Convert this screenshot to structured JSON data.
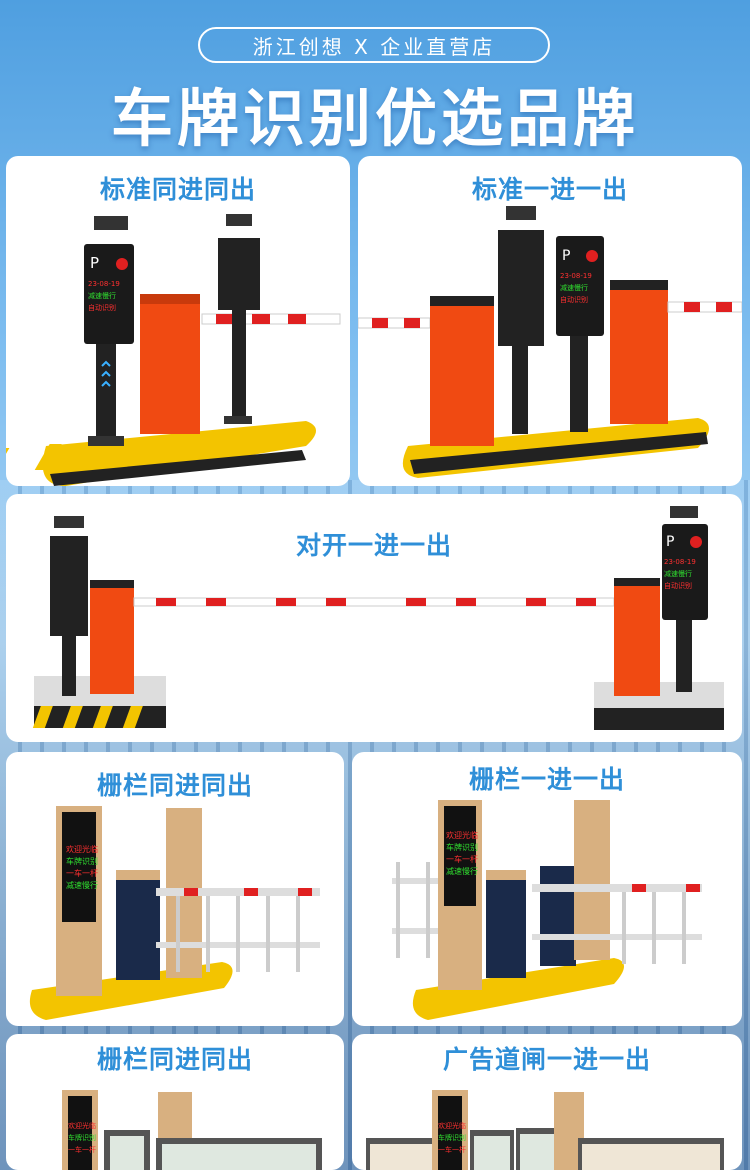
{
  "header": {
    "store_label": "浙江创想 X 企业直营店",
    "headline": "车牌识别优选品牌"
  },
  "cards": [
    {
      "title": "标准同进同出"
    },
    {
      "title": "标准一进一出"
    },
    {
      "title": "对开一进一出"
    },
    {
      "title": "栅栏同进同出"
    },
    {
      "title": "栅栏一进一出"
    },
    {
      "title": "栅栏同进同出"
    },
    {
      "title": "广告道闸一进一出"
    }
  ],
  "display": {
    "parking_sign": "P",
    "date_text": "23-08-19",
    "line_slow": "减速慢行",
    "line_auto": "自动识别",
    "line_welcome": "欢迎光临",
    "line_plate": "车牌识别",
    "line_one": "一车一杆"
  },
  "colors": {
    "title_blue": "#2f8fd8",
    "barrier_orange": "#f04a12",
    "pillar_gold": "#d8b080",
    "hazard_yellow": "#f3c400"
  }
}
